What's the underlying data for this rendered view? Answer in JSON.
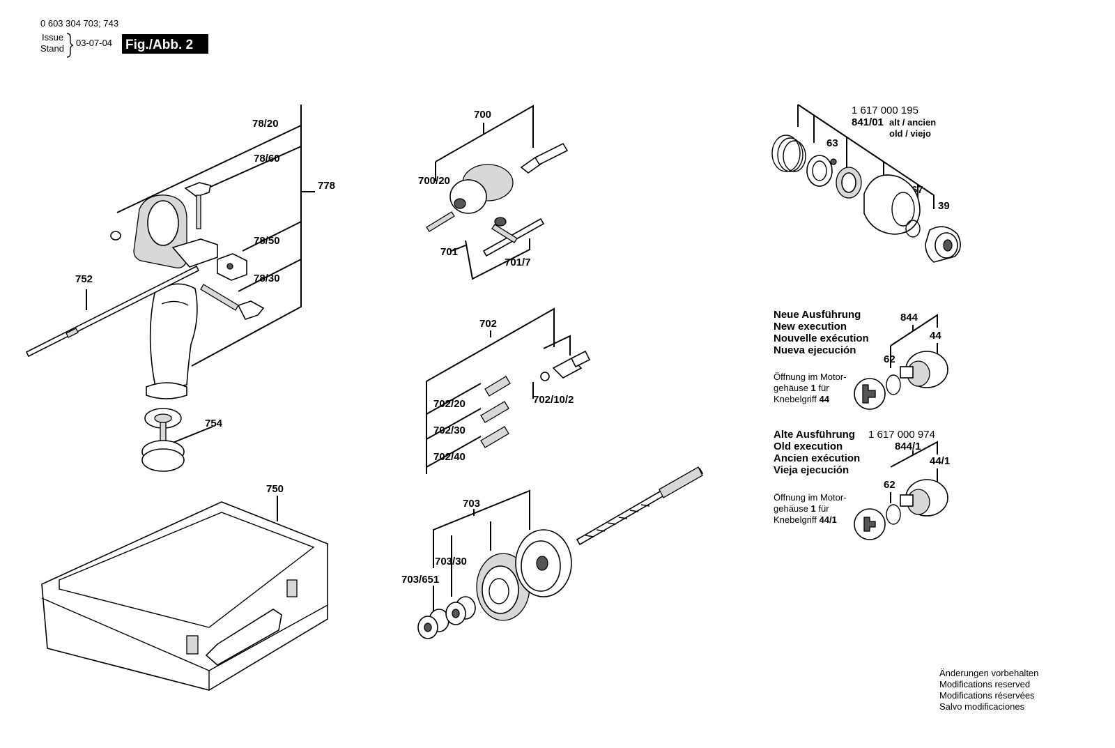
{
  "header": {
    "part_numbers": "0 603 304 703; 743",
    "issue_label": "Issue",
    "stand_label": "Stand",
    "date": "03-07-04",
    "figure": "Fig./Abb. 2"
  },
  "callouts": {
    "c778": "778",
    "c78_20": "78/20",
    "c78_60": "78/60",
    "c78_50": "78/50",
    "c78_30": "78/30",
    "c752": "752",
    "c754": "754",
    "c750": "750",
    "c700": "700",
    "c700_20": "700/20",
    "c701": "701",
    "c701_7": "701/7",
    "c702": "702",
    "c702_20": "702/20",
    "c702_30": "702/30",
    "c702_40": "702/40",
    "c702_10_2": "702/10/2",
    "c703": "703",
    "c703_30": "703/30",
    "c703_651": "703/651",
    "c1617000195": "1 617 000 195",
    "c841_01": "841/01",
    "c63": "63",
    "c67": "67",
    "c39": "39",
    "c844": "844",
    "c44": "44",
    "c62a": "62",
    "c1617000974": "1 617 000 974",
    "c844_1": "844/1",
    "c44_1": "44/1",
    "c62b": "62"
  },
  "old_variant_note": {
    "line1": "alt / ancien",
    "line2": "old / viejo"
  },
  "new_execution": {
    "lines": [
      "Neue Ausführung",
      "New execution",
      "Nouvelle exécution",
      "Nueva ejecución"
    ],
    "note_l1": "Öffnung im Motor-",
    "note_l2a": "gehäuse ",
    "note_l2b": "1",
    "note_l2c": " für",
    "note_l3a": "Knebelgriff ",
    "note_l3b": "44"
  },
  "old_execution": {
    "lines": [
      "Alte Ausführung",
      "Old execution",
      "Ancien exécution",
      "Vieja ejecución"
    ],
    "note_l1": "Öffnung im Motor-",
    "note_l2a": "gehäuse ",
    "note_l2b": "1",
    "note_l2c": " für",
    "note_l3a": "Knebelgriff ",
    "note_l3b": "44/1"
  },
  "footer": {
    "lines": [
      "Änderungen vorbehalten",
      "Modifications reserved",
      "Modifications réservées",
      "Salvo modificaciones"
    ]
  }
}
